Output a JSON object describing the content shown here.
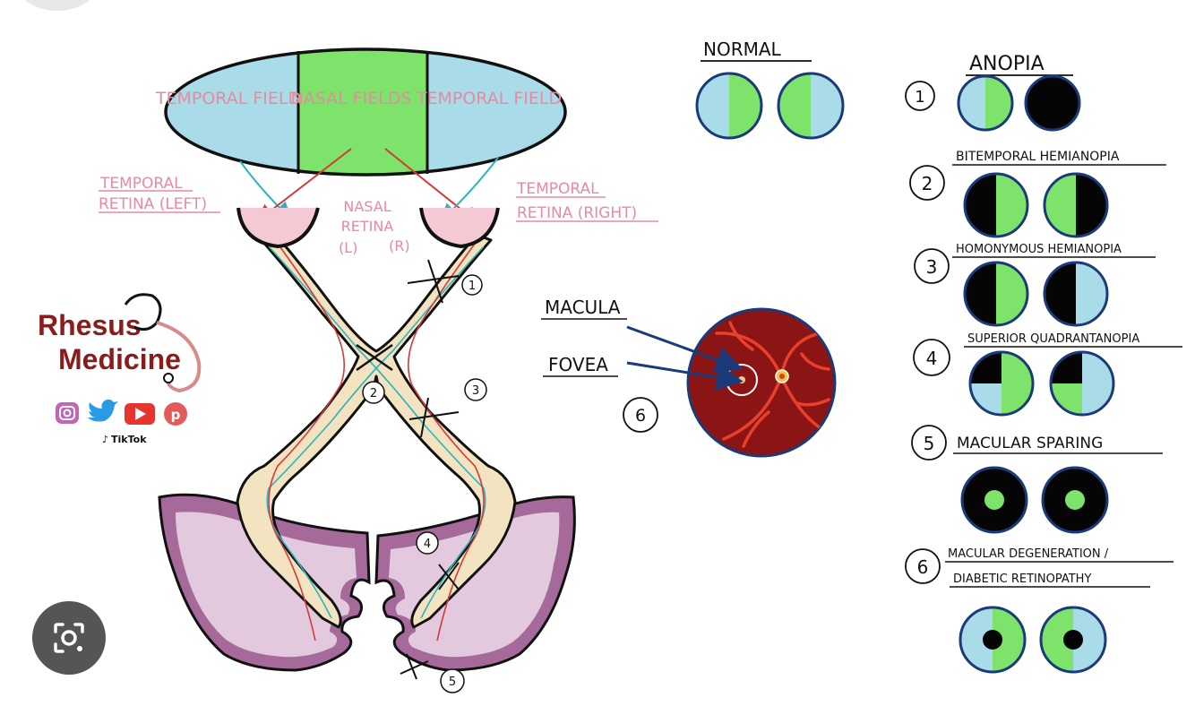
{
  "diagram": {
    "visual_field": {
      "left": "TEMPORAL FIELD",
      "center": "NASAL FIELDS",
      "right": "TEMPORAL FIELD"
    },
    "retina_labels": {
      "temporal_left": [
        "TEMPORAL",
        "RETINA (LEFT)"
      ],
      "nasal": [
        "NASAL",
        "RETINA"
      ],
      "nasal_l": "(L)",
      "nasal_r": "(R)",
      "temporal_right": [
        "TEMPORAL",
        "RETINA (RIGHT)"
      ]
    },
    "lesion_numbers": [
      "1",
      "2",
      "3",
      "4",
      "5"
    ],
    "fundus": {
      "macula": "MACULA",
      "fovea": "FOVEA",
      "number": "6"
    },
    "normal_label": "NORMAL",
    "anopia_label": "ANOPIA",
    "defects": [
      {
        "number": "1",
        "label": ""
      },
      {
        "number": "2",
        "label": "BITEMPORAL HEMIANOPIA"
      },
      {
        "number": "3",
        "label": "HOMONYMOUS HEMIANOPIA"
      },
      {
        "number": "4",
        "label": "SUPERIOR QUADRANTANOPIA"
      },
      {
        "number": "5",
        "label": "MACULAR SPARING"
      },
      {
        "number": "6",
        "label": "MACULAR DEGENERATION / DIABETIC RETINOPATHY"
      }
    ],
    "colors": {
      "field_blue": "#a9dce8",
      "field_green": "#7de36b",
      "retina_pink": "#e8a0b4",
      "nerve_tan": "#f3e3c0",
      "cortex_purple": "#a5699a",
      "cortex_light": "#e3c9de",
      "fundus_red": "#8b1414",
      "brand_red": "#8b1c1c"
    }
  },
  "logo": {
    "line1": "Rhesus",
    "line2": "Medicine",
    "tiktok": "TikTok"
  },
  "social_icons": [
    "instagram-icon",
    "twitter-icon",
    "youtube-icon",
    "pinterest-icon"
  ],
  "lens_button_icon": "visual-search-icon"
}
